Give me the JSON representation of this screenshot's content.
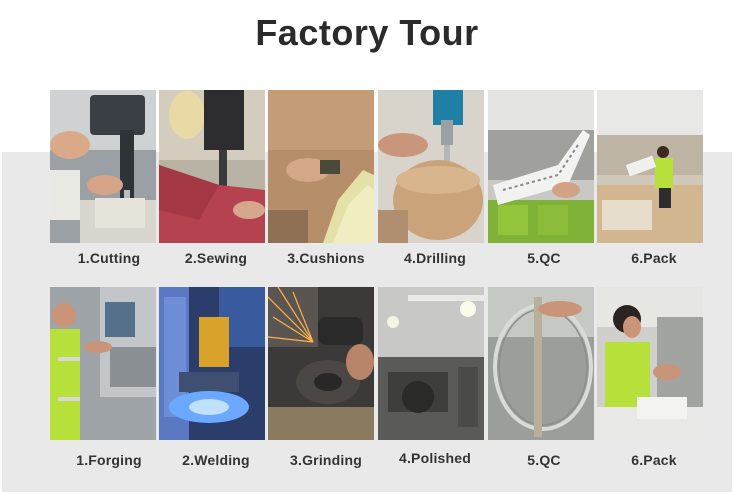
{
  "title": "Factory Tour",
  "row1": [
    "1.Cutting",
    "2.Sewing",
    "3.Cushions",
    "4.Drilling",
    "5.QC",
    "6.Pack"
  ],
  "row2": [
    "1.Forging",
    "2.Welding",
    "3.Grinding",
    "4.Polished",
    "5.QC",
    "6.Pack"
  ],
  "colors": {
    "title": "#2b2b2b",
    "caption": "#333333",
    "band": "#e9e9e9",
    "vest": "#b7e13a"
  }
}
